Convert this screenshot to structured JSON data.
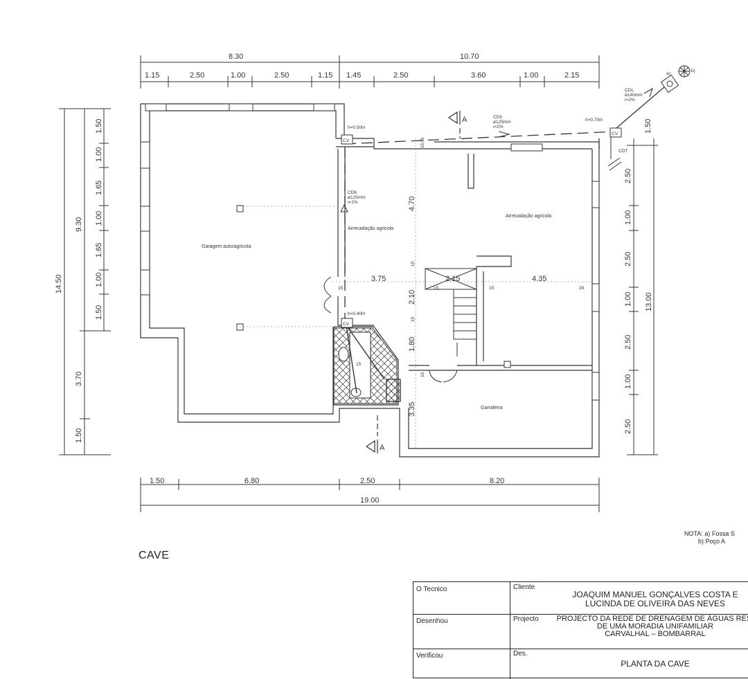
{
  "dims_top_total": [
    "8.30",
    "10.70"
  ],
  "dims_top_segments": [
    "1.15",
    "2.50",
    "1.00",
    "2.50",
    "1.15",
    "1.45",
    "2.50",
    "3.60",
    "1.00",
    "2.15"
  ],
  "dims_left_total": "14.50",
  "dims_left_mid": [
    "9.30",
    "3.70",
    "1.50"
  ],
  "dims_left_segments": [
    "1.50",
    "1.00",
    "1.65",
    "1.00",
    "1.65",
    "1.00",
    "1.50"
  ],
  "dims_right_total": "13.00",
  "dims_right_segments": [
    "1.50",
    "2.50",
    "1.00",
    "2.50",
    "1.00",
    "2.50",
    "1.00",
    "2.50"
  ],
  "dims_bottom_segments": [
    "1.50",
    "6.80",
    "2.50",
    "8.20"
  ],
  "dims_bottom_total": "19.00",
  "dims_interior": [
    "3.75",
    "2.15",
    "4.35",
    "4.70",
    "2.10",
    "1.80",
    "3.35"
  ],
  "dims_interior_small": [
    "15",
    "15",
    "15",
    "30",
    "15",
    "15",
    "15",
    "15",
    "30",
    "15"
  ],
  "rooms": {
    "garage": "Garagem auto/agricola",
    "storage_left": "Arrecadação agricola",
    "storage_right": "Arrecadação agricola",
    "cellar": "Garrafeira"
  },
  "pipes": {
    "cd5_name": "CD5",
    "cd5_diam": "ø125mm",
    "cd5_slope": "i=2%",
    "cd6_name": "CD6",
    "cd6_diam": "ø125mm",
    "cd6_slope": "i=1%",
    "cdl_name": "CDL",
    "cdl_diam": "ø140mm",
    "cdl_slope": "i=2%",
    "cdt": "CDT"
  },
  "heights": [
    "h=0.50m",
    "h=0.70m",
    "h=0.40m"
  ],
  "cv_label": "CV",
  "section_label": "A",
  "markers": [
    "a)",
    "b)"
  ],
  "sheet_title": "CAVE",
  "note": "NOTA: a) Fossa S\n        b) Poço A",
  "titleblock": {
    "tecnico_label": "O Tecnico",
    "cliente_label": "Cliente",
    "cliente_value": "JOAQUIM MANUEL GONÇALVES COSTA E\nLUCINDA DE OLIVEIRA DAS NEVES",
    "desenhou_label": "Desenhou",
    "projecto_label": "Projecto",
    "projecto_value": "PROJECTO DA REDE DE DRENAGEM DE ÁGUAS RESI\nDE UMA MORADIA UNIFAMILIAR\nCARVALHAL – BOMBARRAL",
    "verificou_label": "Verificou",
    "des_label": "Des.",
    "des_value": "PLANTA DA CAVE"
  }
}
